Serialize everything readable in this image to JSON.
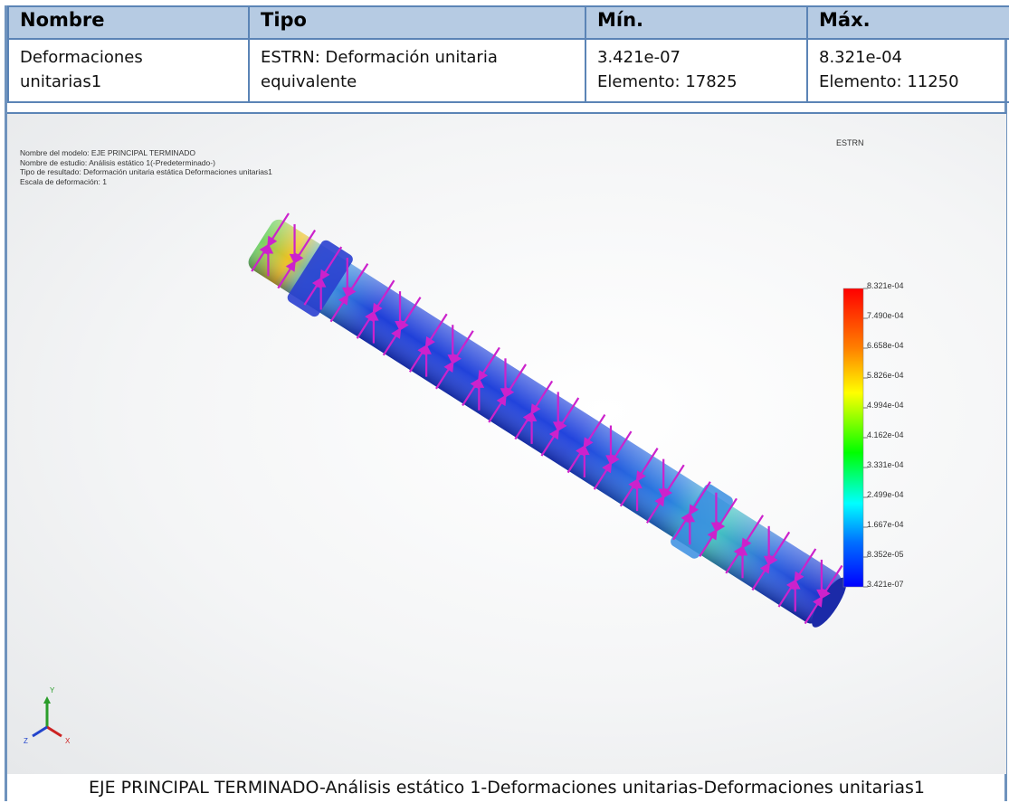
{
  "table": {
    "headers": [
      "Nombre",
      "Tipo",
      "Mín.",
      "Máx."
    ],
    "row": {
      "nombre": [
        "Deformaciones",
        "unitarias1"
      ],
      "tipo": [
        "ESTRN: Deformación unitaria",
        "equivalente"
      ],
      "min": [
        "3.421e-07",
        "Elemento: 17825"
      ],
      "max": [
        "8.321e-04",
        "Elemento: 11250"
      ]
    }
  },
  "model_info": {
    "line1": "Nombre del modelo: EJE PRINCIPAL TERMINADO",
    "line2": "Nombre de estudio: Análisis estático 1(-Predeterminado-)",
    "line3": "Tipo de resultado: Deformación unitaria estática Deformaciones unitarias1",
    "line4": "Escala de deformación: 1"
  },
  "legend": {
    "title": "ESTRN",
    "ticks": [
      "8.321e-04",
      "7.490e-04",
      "6.658e-04",
      "5.826e-04",
      "4.994e-04",
      "4.162e-04",
      "3.331e-04",
      "2.499e-04",
      "1.667e-04",
      "8.352e-05",
      "3.421e-07"
    ],
    "colors": [
      "#ff0000",
      "#ff8000",
      "#ffff00",
      "#00ff00",
      "#00ffff",
      "#0000ff"
    ]
  },
  "axis_triad": {
    "y": "Y",
    "x": "X",
    "z": "Z"
  },
  "caption": "EJE PRINCIPAL TERMINADO-Análisis estático 1-Deformaciones unitarias-Deformaciones unitarias1",
  "colors": {
    "border": "#5b84b6",
    "header_bg": "#b6cbe3",
    "load_arrow": "#cc22cc"
  }
}
